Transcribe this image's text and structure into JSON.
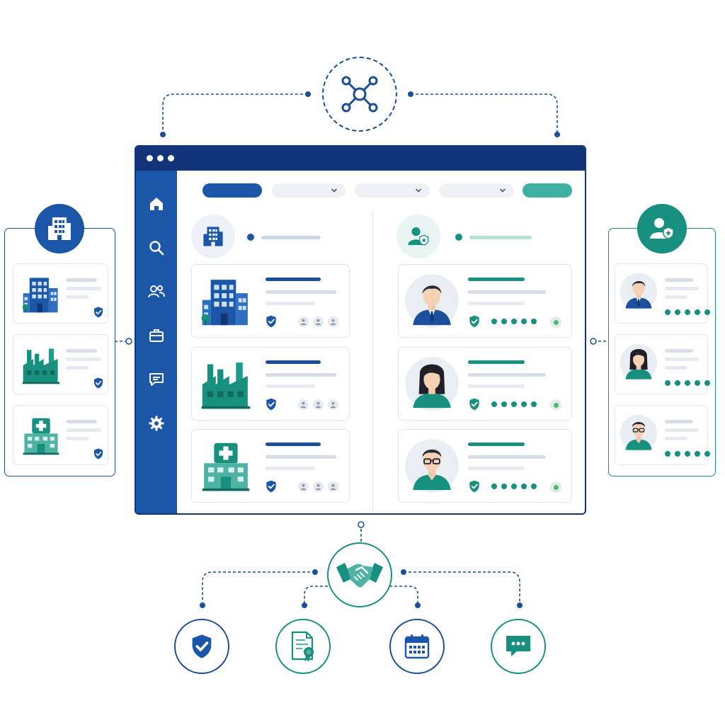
{
  "colors": {
    "navy": "#12357a",
    "blue": "#1b56a8",
    "teal": "#18907f",
    "light_teal": "#4fb3a4",
    "gray": "#d8dee8"
  },
  "network_hub": {
    "icon": "network-nodes-icon"
  },
  "main_window": {
    "toolbar": {
      "primary_pill": "blue-action-pill",
      "dropdowns": [
        "dropdown-1",
        "dropdown-2",
        "dropdown-3"
      ],
      "action_pill": "teal-action-pill"
    },
    "sidebar": {
      "items": [
        {
          "icon": "home-icon"
        },
        {
          "icon": "search-icon"
        },
        {
          "icon": "users-icon"
        },
        {
          "icon": "briefcase-icon"
        },
        {
          "icon": "chat-icon"
        },
        {
          "icon": "gear-icon"
        }
      ]
    },
    "organizations": {
      "header_icon": "office-building-icon",
      "items": [
        {
          "icon": "office-building-icon",
          "verified": true,
          "members": 3
        },
        {
          "icon": "factory-icon",
          "verified": true,
          "members": 3
        },
        {
          "icon": "hospital-icon",
          "verified": true,
          "members": 3
        }
      ]
    },
    "professionals": {
      "header_icon": "verified-user-icon",
      "items": [
        {
          "avatar": "man-in-suit-avatar",
          "verified": true,
          "rating": 5,
          "online": true
        },
        {
          "avatar": "woman-avatar",
          "verified": true,
          "rating": 5,
          "online": true
        },
        {
          "avatar": "man-with-glasses-avatar",
          "verified": true,
          "rating": 5,
          "online": true
        }
      ]
    }
  },
  "left_panel": {
    "badge_icon": "office-building-icon",
    "items": [
      {
        "icon": "office-building-icon",
        "verified": true
      },
      {
        "icon": "factory-icon",
        "verified": true
      },
      {
        "icon": "hospital-icon",
        "verified": true
      }
    ]
  },
  "right_panel": {
    "badge_icon": "verified-user-icon",
    "items": [
      {
        "avatar": "man-in-suit-avatar",
        "rating": 5
      },
      {
        "avatar": "woman-avatar",
        "rating": 5
      },
      {
        "avatar": "man-with-glasses-avatar",
        "rating": 5
      }
    ]
  },
  "partnership_hub": {
    "icon": "handshake-icon"
  },
  "features": [
    {
      "icon": "shield-check-icon"
    },
    {
      "icon": "certificate-document-icon"
    },
    {
      "icon": "calendar-icon"
    },
    {
      "icon": "chat-bubble-icon"
    }
  ]
}
